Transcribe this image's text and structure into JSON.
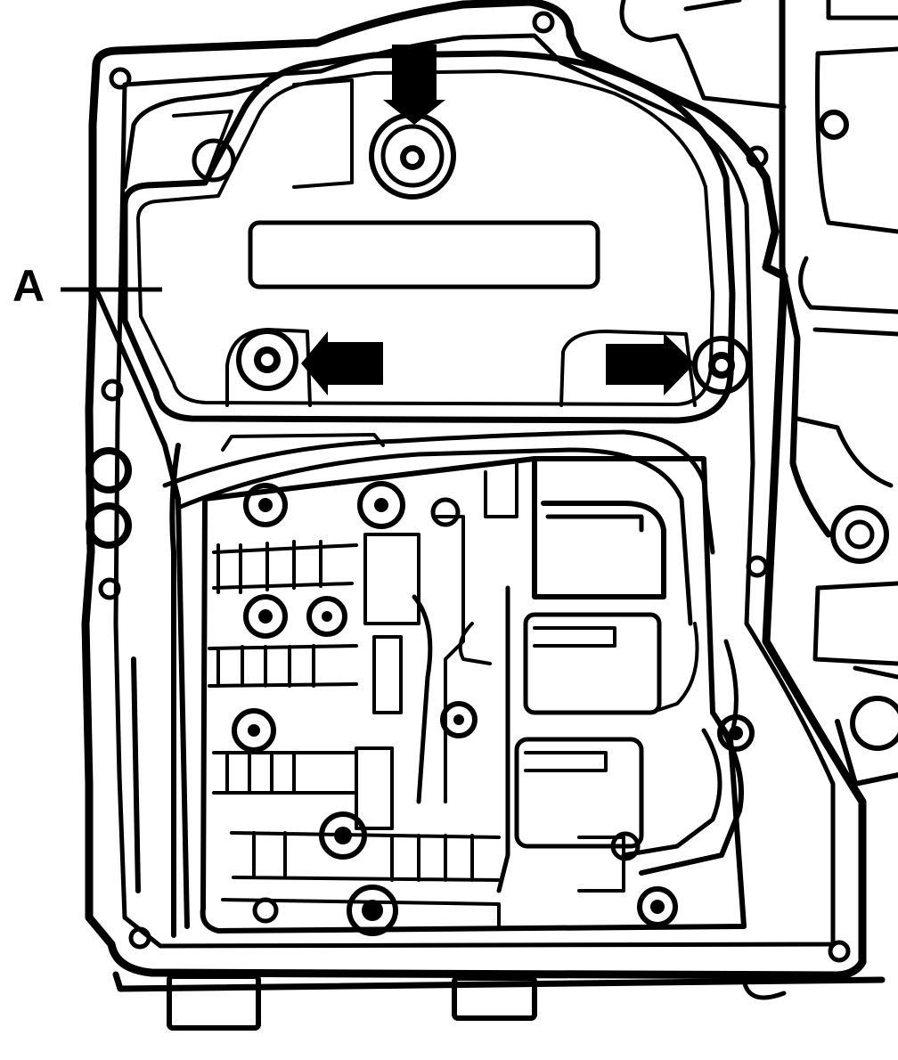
{
  "callouts": [
    {
      "label": "A",
      "target": "control-unit-cover"
    }
  ],
  "arrows": [
    {
      "direction": "down",
      "target": "top-cover-bolt"
    },
    {
      "direction": "left",
      "target": "left-cover-bolt"
    },
    {
      "direction": "right",
      "target": "right-cover-bolt"
    }
  ],
  "colors": {
    "ink": "#000000",
    "paper": "#ffffff"
  }
}
